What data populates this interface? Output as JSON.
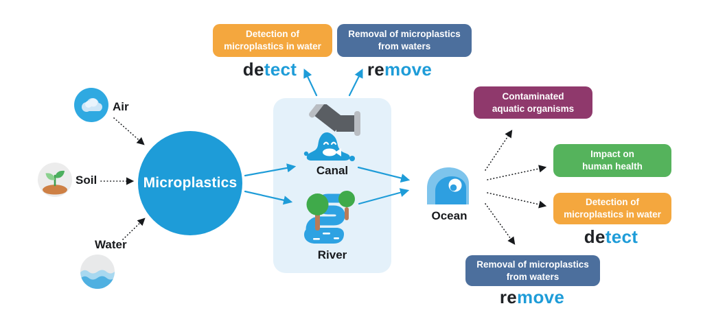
{
  "colors": {
    "accent_blue": "#1E9CD8",
    "panel_blue": "#E4F1FA",
    "orange": "#F4A73E",
    "slate_blue": "#4C6F9D",
    "purple": "#8F396C",
    "green": "#55B35C",
    "text_dark": "#1F2226"
  },
  "hub": {
    "label": "Microplastics"
  },
  "sources": {
    "air": {
      "label": "Air",
      "icon": "cloud-icon"
    },
    "soil": {
      "label": "Soil",
      "icon": "sprout-icon"
    },
    "water": {
      "label": "Water",
      "icon": "waves-icon"
    }
  },
  "waterways": {
    "canal": {
      "label": "Canal",
      "icon": "drain-pipe-icon"
    },
    "river": {
      "label": "River",
      "icon": "river-trees-icon"
    }
  },
  "ocean": {
    "label": "Ocean",
    "icon": "wave-icon"
  },
  "top_boxes": {
    "detection": {
      "line1": "Detection of",
      "line2": "microplastics in water"
    },
    "removal": {
      "line1": "Removal of microplastics",
      "line2": "from waters"
    }
  },
  "right_boxes": {
    "contaminated": {
      "line1": "Contaminated",
      "line2": "aquatic organisms"
    },
    "impact": {
      "line1": "Impact on",
      "line2": "human health"
    },
    "detection": {
      "line1": "Detection of",
      "line2": "microplastics in water"
    },
    "removal": {
      "line1": "Removal of microplastics",
      "line2": "from waters"
    }
  },
  "wordmarks": {
    "detect_top": {
      "prefix": "de",
      "highlight": "tect"
    },
    "remove_top": {
      "prefix": "re",
      "highlight": "move"
    },
    "detect_right": {
      "prefix": "de",
      "highlight": "tect"
    },
    "remove_right": {
      "prefix": "re",
      "highlight": "move"
    }
  }
}
